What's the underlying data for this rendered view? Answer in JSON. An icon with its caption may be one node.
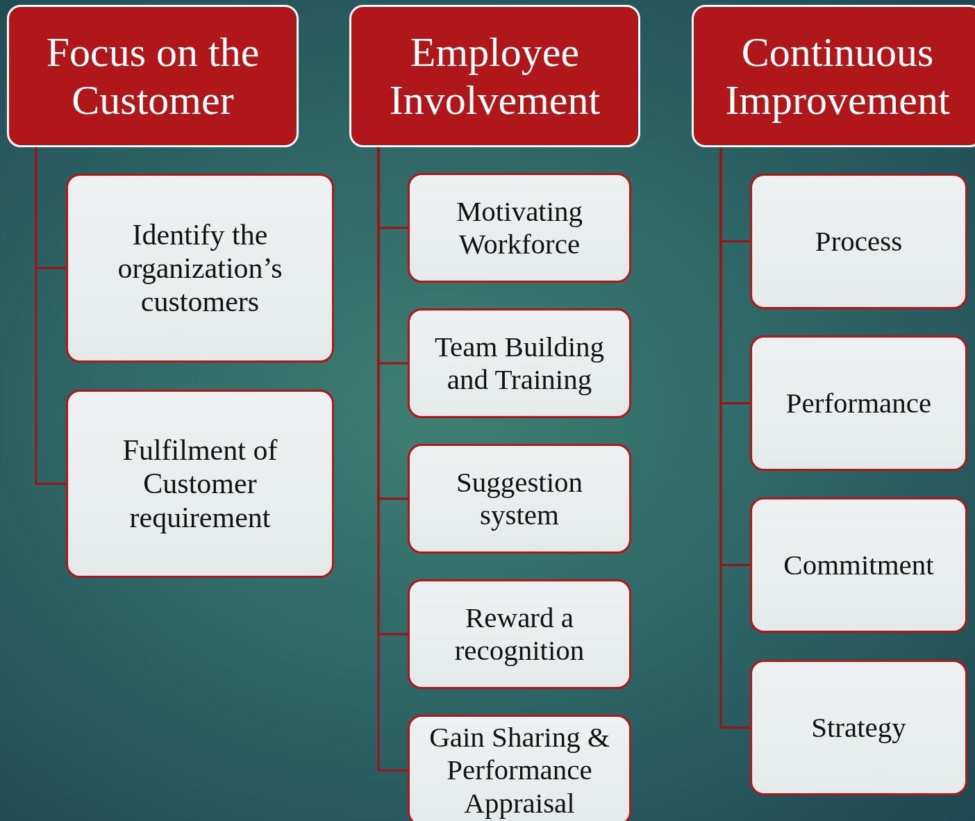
{
  "diagram": {
    "nodes": [
      {
        "text": [
          "Focus on the Customer"
        ]
      },
      {
        "text": [
          "Employee Involvement"
        ]
      },
      {
        "text": [
          "Continuous Improvement"
        ]
      },
      {
        "text": [
          "Identify the organization’s customers"
        ]
      },
      {
        "text": [
          "Fulfilment of Customer requirement"
        ]
      },
      {
        "text": [
          "Motivating Workforce"
        ]
      },
      {
        "text": [
          "Team Building and Training"
        ]
      },
      {
        "text": [
          "Suggestion system"
        ]
      },
      {
        "text": [
          "Reward a recognition"
        ]
      },
      {
        "text": [
          "Gain Sharing & Performance Appraisal"
        ]
      },
      {
        "text": [
          "Process"
        ]
      },
      {
        "text": [
          "Performance"
        ]
      },
      {
        "text": [
          "Commitment"
        ]
      },
      {
        "text": [
          "Strategy"
        ]
      }
    ],
    "edges": [
      {
        "from": 0,
        "to": 3,
        "arrow": "none"
      },
      {
        "from": 0,
        "to": 4,
        "arrow": "none"
      },
      {
        "from": 1,
        "to": 5,
        "arrow": "none"
      },
      {
        "from": 1,
        "to": 6,
        "arrow": "none"
      },
      {
        "from": 1,
        "to": 7,
        "arrow": "none"
      },
      {
        "from": 1,
        "to": 8,
        "arrow": "none"
      },
      {
        "from": 1,
        "to": 9,
        "arrow": "none"
      },
      {
        "from": 2,
        "to": 10,
        "arrow": "none"
      },
      {
        "from": 2,
        "to": 11,
        "arrow": "none"
      },
      {
        "from": 2,
        "to": 12,
        "arrow": "none"
      },
      {
        "from": 2,
        "to": 13,
        "arrow": "none"
      }
    ]
  }
}
